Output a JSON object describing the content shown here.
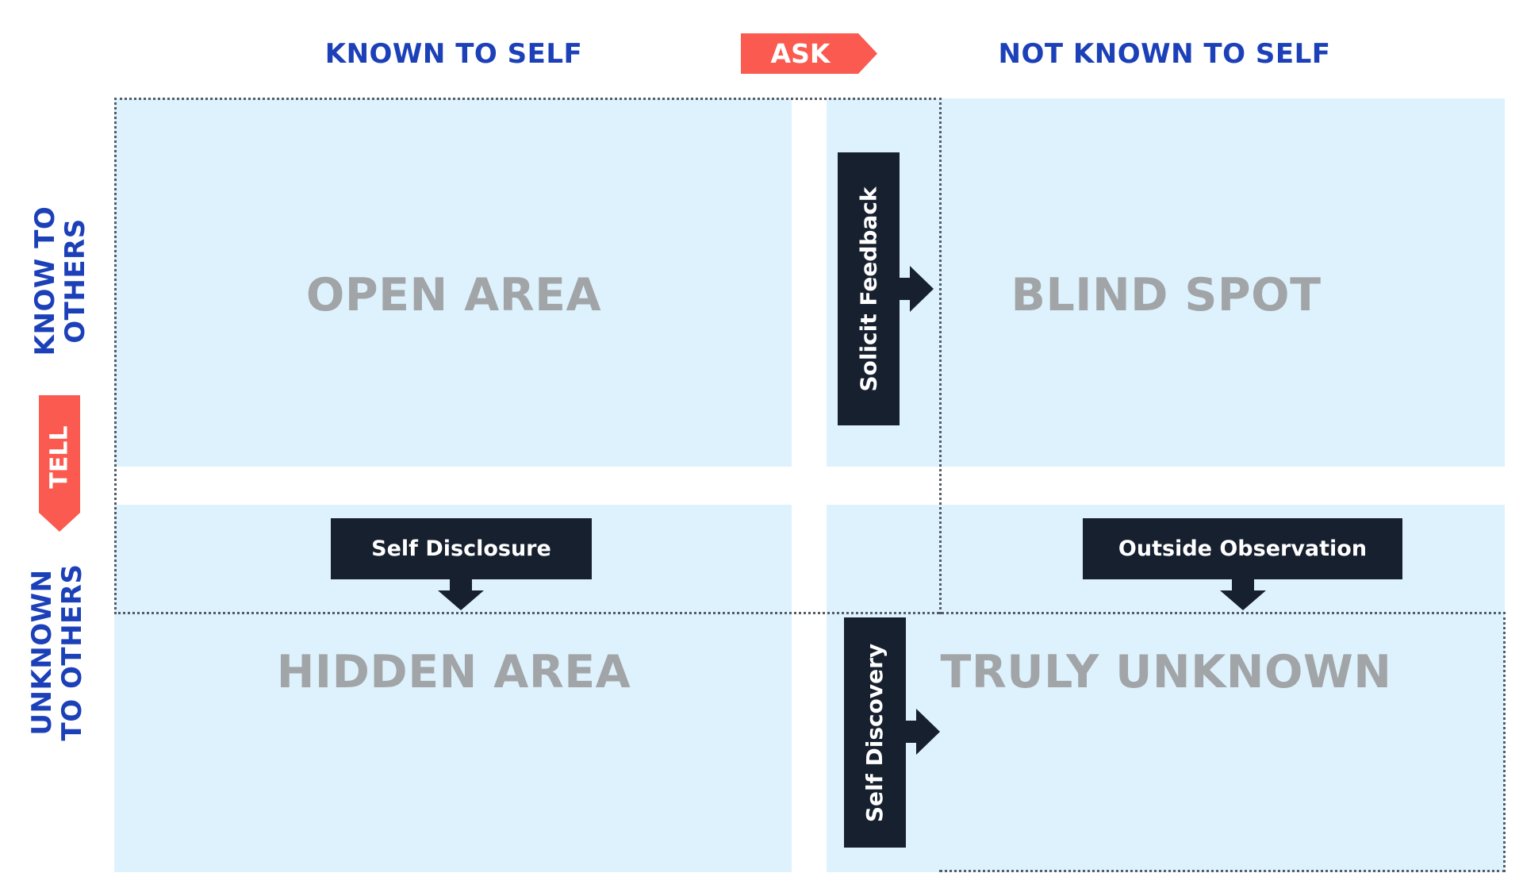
{
  "headers": {
    "known_to_self": "KNOWN TO SELF",
    "ask": "ASK",
    "not_known_to_self": "NOT KNOWN TO SELF"
  },
  "side": {
    "know_to_others_line1": "KNOW TO",
    "know_to_others_line2": "OTHERS",
    "tell": "TELL",
    "unknown_to_others_line1": "UNKNOWN",
    "unknown_to_others_line2": "TO OTHERS"
  },
  "quadrants": {
    "open_area": "OPEN AREA",
    "blind_spot": "BLIND SPOT",
    "hidden_area": "HIDDEN AREA",
    "truly_unknown": "TRULY UNKNOWN"
  },
  "actions": {
    "solicit_feedback": "Solicit Feedback",
    "self_disclosure": "Self Disclosure",
    "outside_observation": "Outside Observation",
    "self_discovery": "Self Discovery"
  },
  "colors": {
    "header_blue": "#1c40b8",
    "ask_tell_red": "#fa5a4f",
    "quadrant_fill": "#def2fd",
    "quadrant_label_gray": "#a2a5a8",
    "action_box_navy": "#17202f"
  }
}
